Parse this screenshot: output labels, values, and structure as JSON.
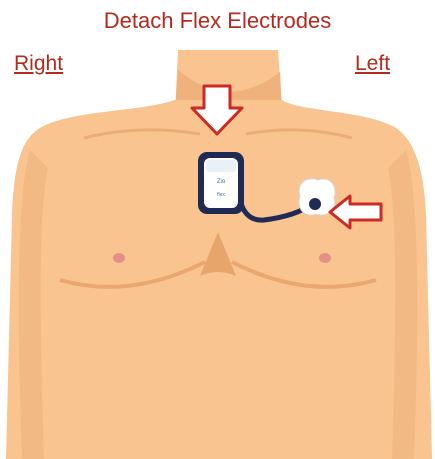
{
  "title": "Detach Flex Electrodes",
  "labels": {
    "right": "Right",
    "left": "Left"
  },
  "device": {
    "brand_text": "Zio",
    "model_text": "flex"
  },
  "colors": {
    "title_text": "#b42a1e",
    "skin": "#f9c48f",
    "skin_shadow": "#ebb079",
    "neck_shadow": "#e4a56c",
    "nipple": "#e48f8a",
    "arrow_outline": "#cc2a22",
    "cable": "#1f2a55",
    "device_body": "#ffffff"
  }
}
